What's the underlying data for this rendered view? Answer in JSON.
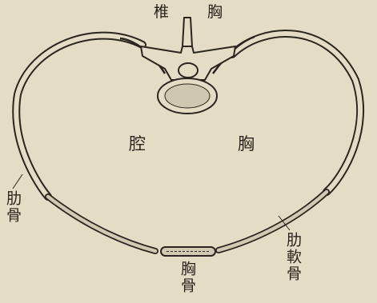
{
  "labels": {
    "thoracic_vertebra": "椎 胸",
    "thoracic_cavity_left": "腔",
    "thoracic_cavity_right": "胸",
    "rib": "肋骨",
    "costal_cartilage": "肋軟骨",
    "sternum": "胸骨"
  },
  "colors": {
    "background": "#e4dcc5",
    "ink": "#2a2520",
    "cartilage_shade": "#d2c9b2"
  }
}
